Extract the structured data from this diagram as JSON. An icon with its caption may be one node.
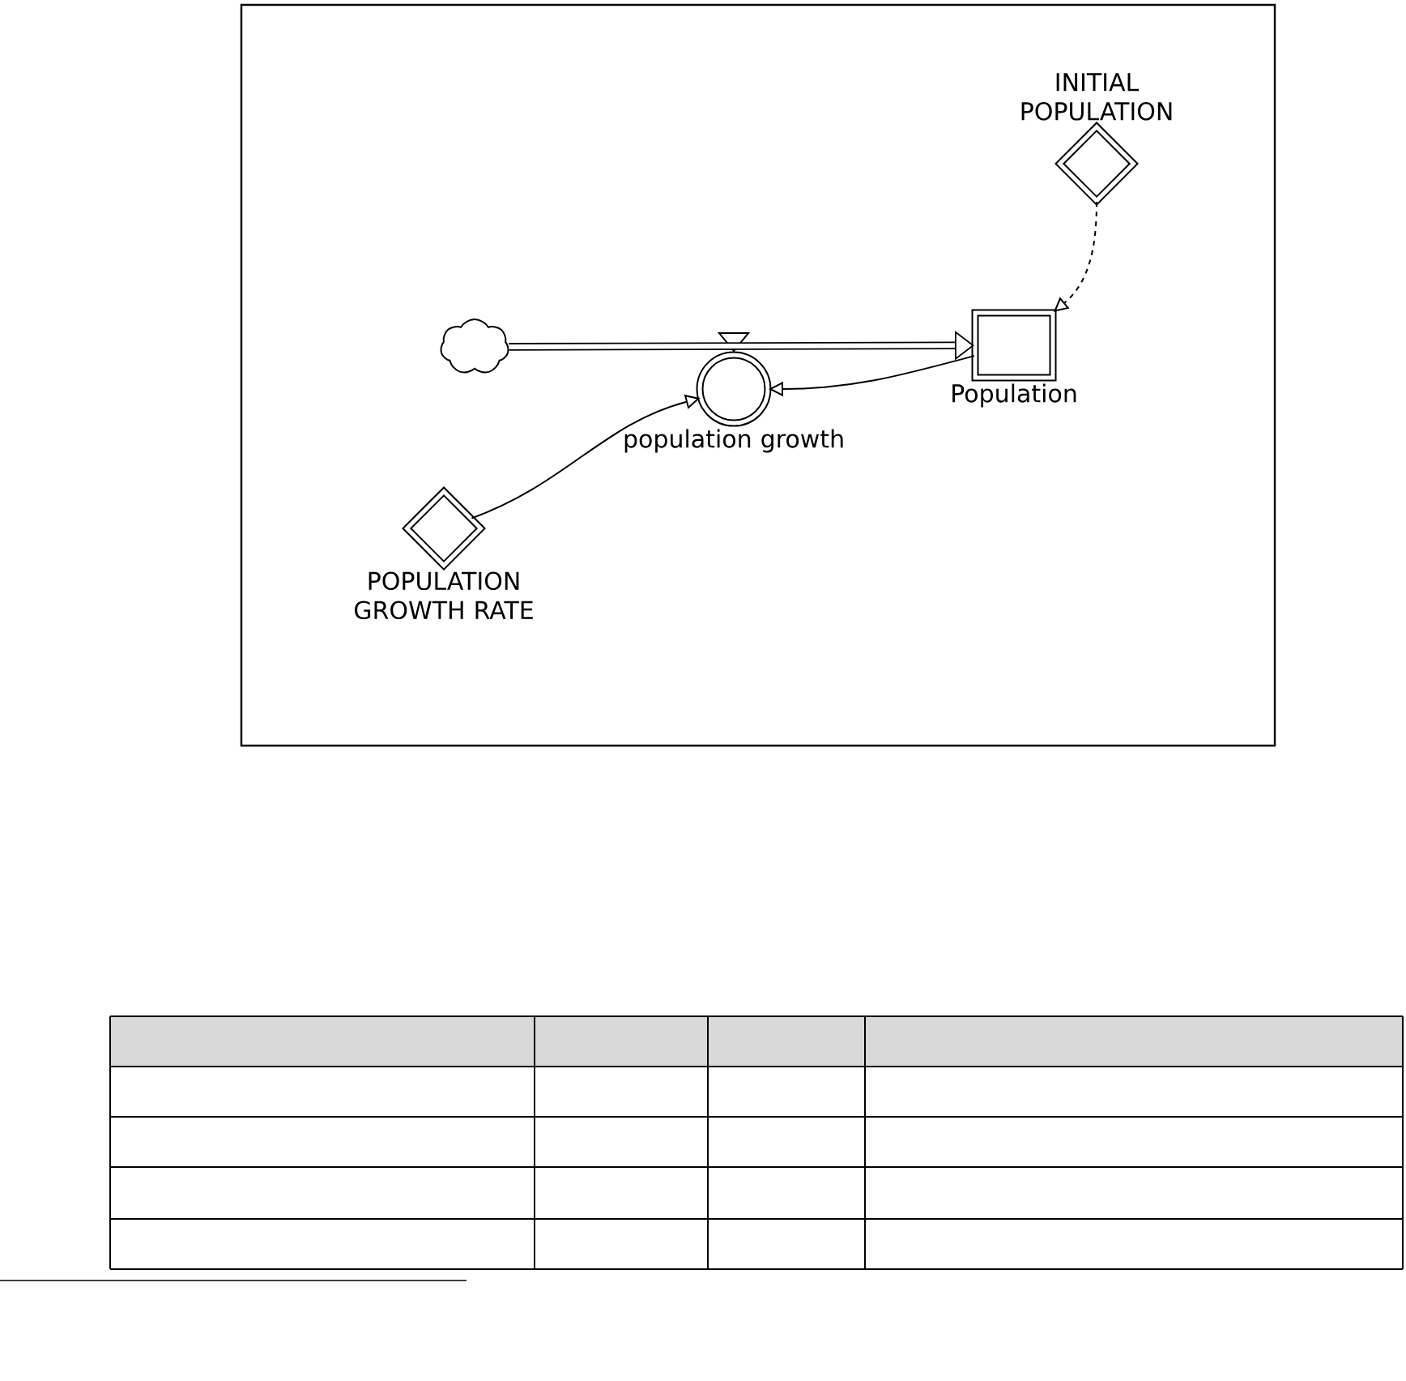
{
  "diagram": {
    "nodes": [
      {
        "text": [],
        "shape": "cloud"
      },
      {
        "text": [
          "population growth"
        ]
      },
      {
        "text": [
          "Population"
        ]
      },
      {
        "text": [
          "INITIAL POPULATION"
        ]
      },
      {
        "text": [
          "POPULATION GROWTH RATE"
        ]
      }
    ],
    "edges": [
      {
        "from": 0,
        "to": 2,
        "arrow": "to",
        "style": "thick"
      },
      {
        "from": 4,
        "to": 1,
        "arrow": "to"
      },
      {
        "from": 2,
        "to": 1,
        "arrow": "to"
      },
      {
        "from": 3,
        "to": 2,
        "arrow": "to",
        "style": "dashed"
      }
    ]
  }
}
